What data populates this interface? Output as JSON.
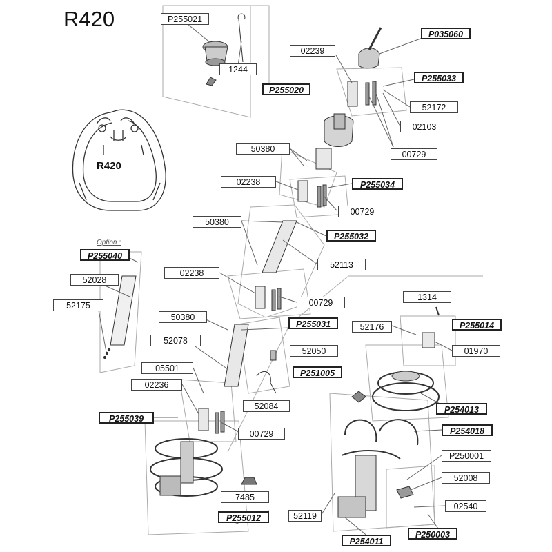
{
  "title": "R420",
  "profile_label": "R420",
  "option_label": "Option :",
  "colors": {
    "line": "#777777",
    "panel": "#aaaaaa",
    "ink": "#222222"
  },
  "parts": {
    "p255021": "P255021",
    "n1244": "1244",
    "p255020": "P255020",
    "n02239": "02239",
    "p035060": "P035060",
    "p255033": "P255033",
    "n52172": "52172",
    "n02103": "02103",
    "n00729_a": "00729",
    "n50380_a": "50380",
    "n02238_a": "02238",
    "p255034": "P255034",
    "n00729_b": "00729",
    "n50380_b": "50380",
    "p255032": "P255032",
    "n52113": "52113",
    "p255040": "P255040",
    "n02238_b": "02238",
    "n52028": "52028",
    "n00729_c": "00729",
    "n52175": "52175",
    "n50380_c": "50380",
    "p255031": "P255031",
    "n1314": "1314",
    "p255014": "P255014",
    "n52176": "52176",
    "n52078": "52078",
    "n52050": "52050",
    "n01970": "01970",
    "p251005": "P251005",
    "n05501": "05501",
    "n02236": "02236",
    "n52084": "52084",
    "p254013": "P254013",
    "p255039": "P255039",
    "n00729_d": "00729",
    "p254018": "P254018",
    "p250001": "P250001",
    "n52008": "52008",
    "n7485": "7485",
    "n02540": "02540",
    "p255012": "P255012",
    "n52119": "52119",
    "p254011": "P254011",
    "p250003": "P250003"
  }
}
